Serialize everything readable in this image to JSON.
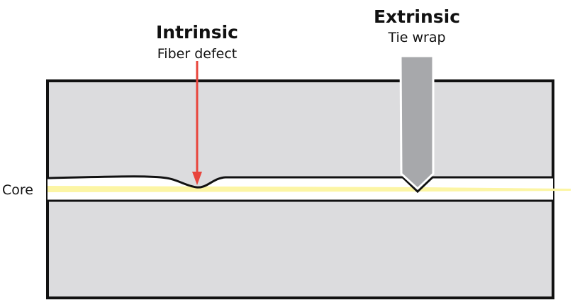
{
  "labels": {
    "intrinsic_title": "Intrinsic",
    "intrinsic_sub": "Fiber defect",
    "extrinsic_title": "Extrinsic",
    "extrinsic_sub": "Tie wrap",
    "core": "Core"
  },
  "colors": {
    "cladding": "#dcdcde",
    "core_glow": "#fcf5a4",
    "outline": "#111111",
    "arrow": "#e8453c",
    "tie_wrap": "#a7a8ab"
  },
  "icons": {
    "intrinsic_marker": "arrow-down-icon",
    "extrinsic_marker": "tie-wrap-icon"
  }
}
